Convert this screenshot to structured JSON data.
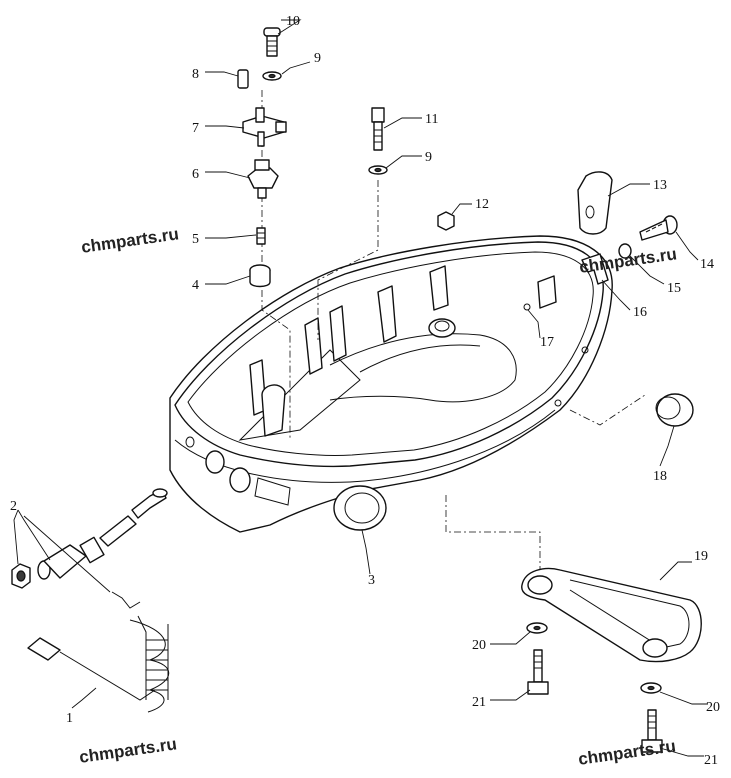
{
  "watermark": "chmparts.ru",
  "callouts": [
    {
      "id": "c1",
      "label": "1"
    },
    {
      "id": "c2",
      "label": "2"
    },
    {
      "id": "c3",
      "label": "3"
    },
    {
      "id": "c4",
      "label": "4"
    },
    {
      "id": "c5",
      "label": "5"
    },
    {
      "id": "c6",
      "label": "6"
    },
    {
      "id": "c7",
      "label": "7"
    },
    {
      "id": "c8",
      "label": "8"
    },
    {
      "id": "c9a",
      "label": "9"
    },
    {
      "id": "c9b",
      "label": "9"
    },
    {
      "id": "c10",
      "label": "10"
    },
    {
      "id": "c11",
      "label": "11"
    },
    {
      "id": "c12",
      "label": "12"
    },
    {
      "id": "c13",
      "label": "13"
    },
    {
      "id": "c14",
      "label": "14"
    },
    {
      "id": "c15",
      "label": "15"
    },
    {
      "id": "c16",
      "label": "16"
    },
    {
      "id": "c17",
      "label": "17"
    },
    {
      "id": "c18",
      "label": "18"
    },
    {
      "id": "c19",
      "label": "19"
    },
    {
      "id": "c20a",
      "label": "20"
    },
    {
      "id": "c20b",
      "label": "20"
    },
    {
      "id": "c21a",
      "label": "21"
    },
    {
      "id": "c21b",
      "label": "21"
    }
  ]
}
